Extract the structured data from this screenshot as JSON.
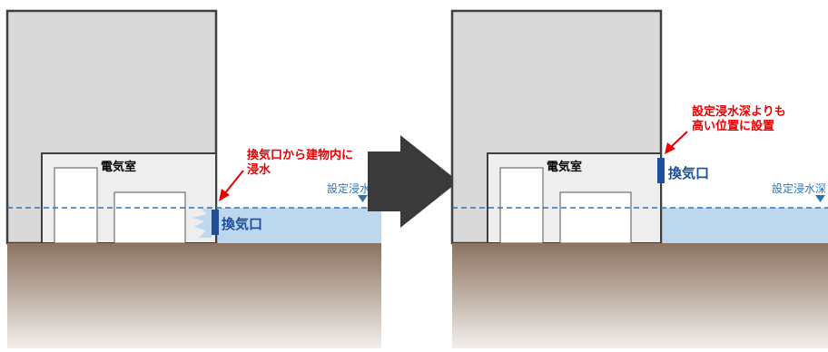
{
  "panels": [
    {
      "room_label": "電気室",
      "vent_label": "換気口",
      "annotation_lines": [
        "換気口から建物内に",
        "浸水"
      ],
      "depth_label": "設定浸水深"
    },
    {
      "room_label": "電気室",
      "vent_label": "換気口",
      "annotation_lines": [
        "設定浸水深よりも",
        "高い位置に設置"
      ],
      "depth_label": "設定浸水深"
    }
  ],
  "colors": {
    "building_fill": "#d9d9d9",
    "room_fill": "#eeeeee",
    "water_fill": "#bcd7ee",
    "water_line": "#2e74b5",
    "vent_fill": "#1f4e9a",
    "ground_top": "#8b7260",
    "ground_bottom": "#f3efec",
    "annotation_red": "#e60000",
    "arrow_dark": "#3a3a3a"
  }
}
